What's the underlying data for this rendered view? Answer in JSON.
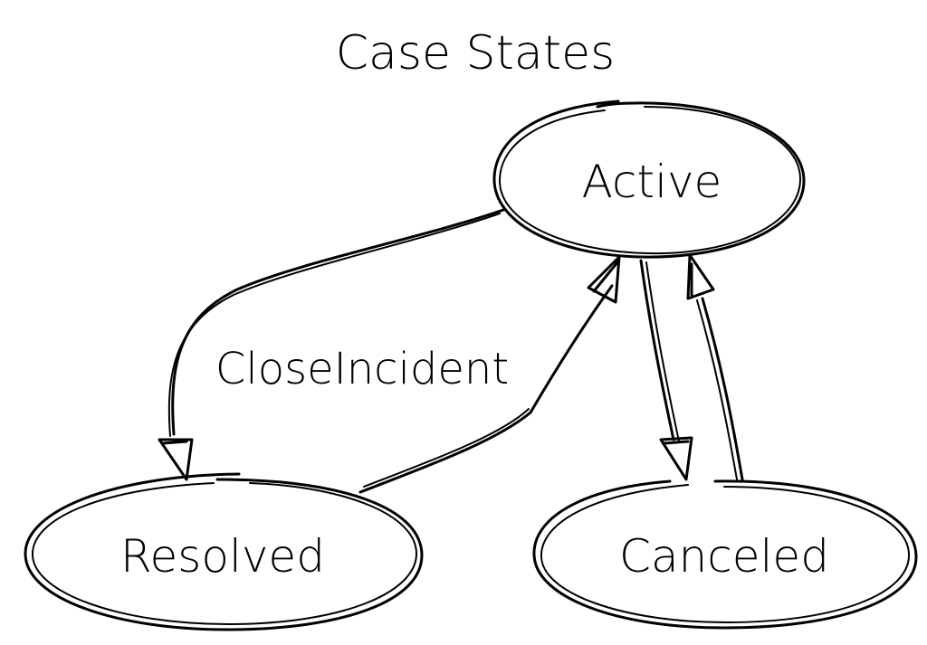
{
  "diagram": {
    "title": "Case States",
    "states": {
      "active": "Active",
      "resolved": "Resolved",
      "canceled": "Canceled"
    },
    "transitions": {
      "active_to_resolved": "CloseIncident",
      "resolved_to_active": "",
      "active_to_canceled": "",
      "canceled_to_active": ""
    },
    "colors": {
      "stroke": "#000000",
      "background": "#ffffff"
    }
  }
}
